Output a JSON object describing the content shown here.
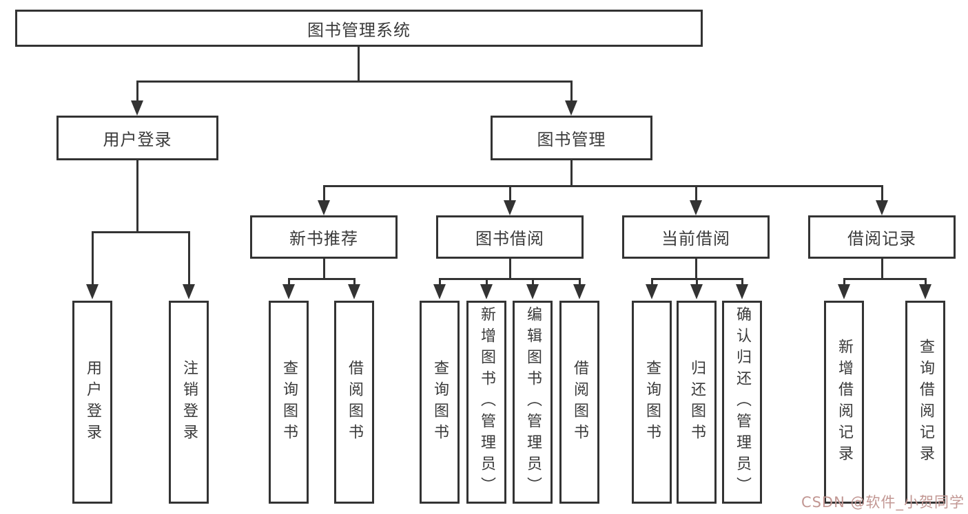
{
  "colors": {
    "line": "#333333",
    "text": "#3a3a3a",
    "watermark": "#c29793",
    "background": "#ffffff"
  },
  "watermark": {
    "text": "CSDN @软件_小贺同学"
  },
  "tree": {
    "root": {
      "label": "图书管理系统"
    },
    "level2": [
      {
        "label": "用户登录"
      },
      {
        "label": "图书管理"
      }
    ],
    "level3": [
      {
        "label": "新书推荐"
      },
      {
        "label": "图书借阅"
      },
      {
        "label": "当前借阅"
      },
      {
        "label": "借阅记录"
      }
    ],
    "leaves": {
      "user_login": [
        "用户登录",
        "注销登录"
      ],
      "new_books": [
        "查询图书",
        "借阅图书"
      ],
      "book_borrow": [
        "查询图书",
        "新增图书（管理员）",
        "编辑图书（管理员）",
        "借阅图书"
      ],
      "current_borrow": [
        "查询图书",
        "归还图书",
        "确认归还（管理员）"
      ],
      "borrow_records": [
        "新增借阅记录",
        "查询借阅记录"
      ]
    }
  }
}
